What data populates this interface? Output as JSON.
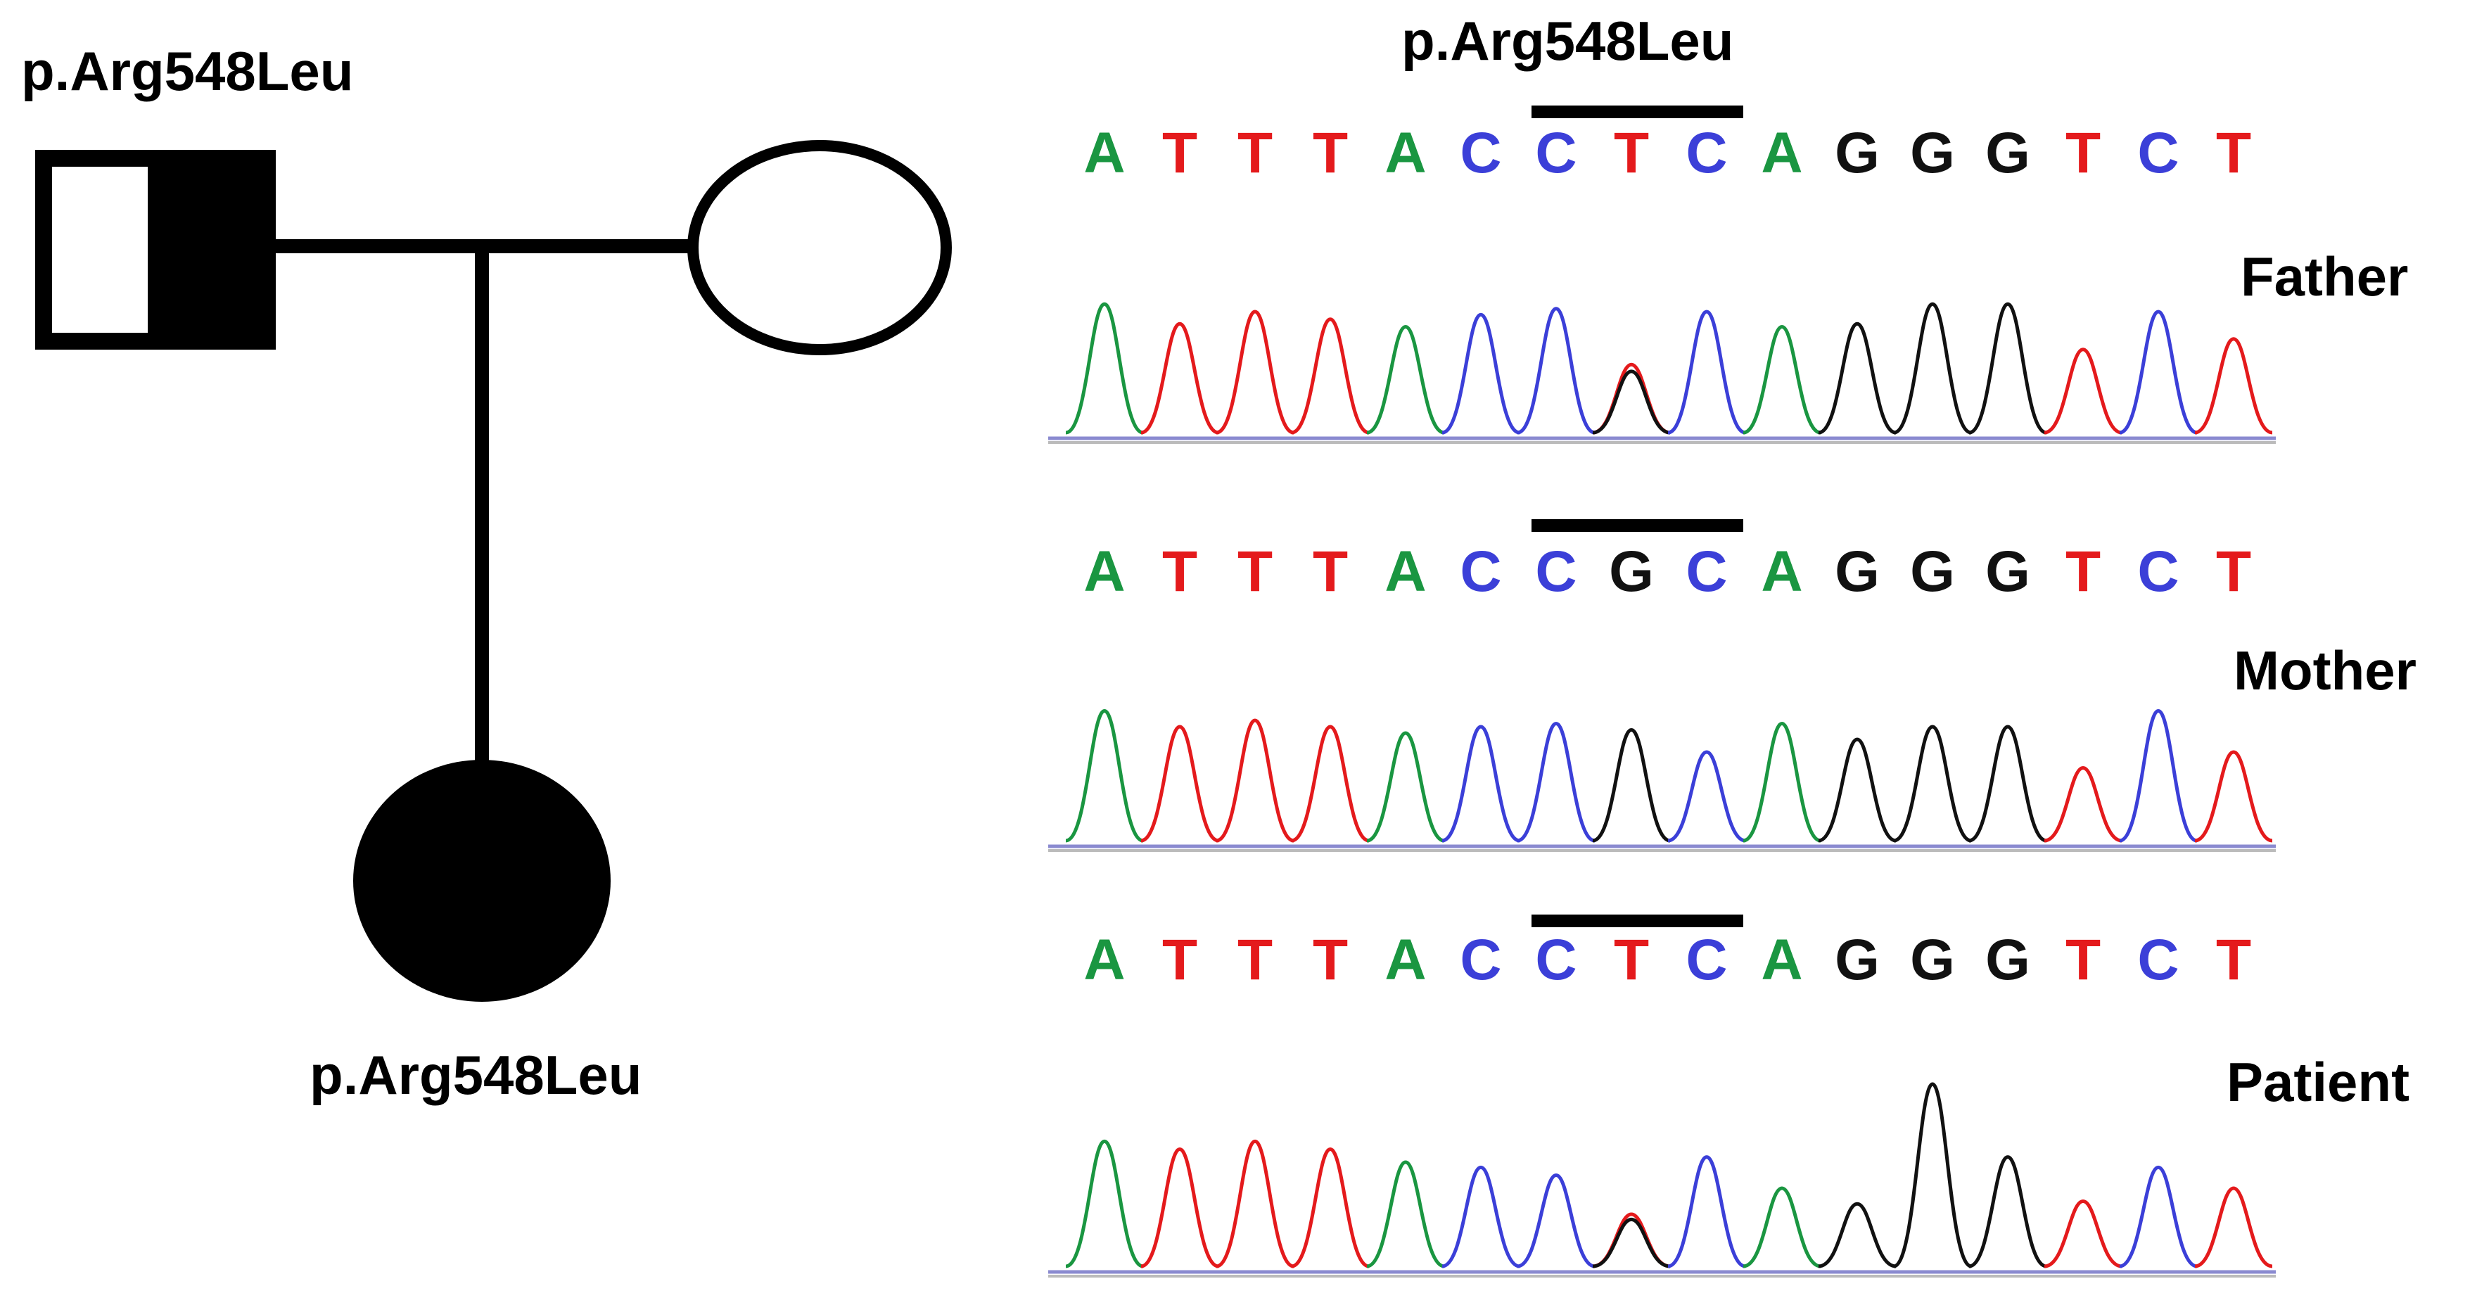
{
  "figure": {
    "pedigree": {
      "father_label": "p.Arg548Leu",
      "patient_label": "p.Arg548Leu"
    },
    "mutation_label": "p.Arg548Leu",
    "traces": [
      {
        "name": "Father",
        "sequence": [
          "A",
          "T",
          "T",
          "T",
          "A",
          "C",
          "C",
          "T",
          "C",
          "A",
          "G",
          "G",
          "G",
          "T",
          "C",
          "T"
        ]
      },
      {
        "name": "Mother",
        "sequence": [
          "A",
          "T",
          "T",
          "T",
          "A",
          "C",
          "C",
          "G",
          "C",
          "A",
          "G",
          "G",
          "G",
          "T",
          "C",
          "T"
        ]
      },
      {
        "name": "Patient",
        "sequence": [
          "A",
          "T",
          "T",
          "T",
          "A",
          "C",
          "C",
          "T",
          "C",
          "A",
          "G",
          "G",
          "G",
          "T",
          "C",
          "T"
        ]
      }
    ],
    "base_colors": {
      "A": "#1a9641",
      "T": "#e41a1c",
      "C": "#3b3fd8",
      "G": "#111111"
    }
  }
}
